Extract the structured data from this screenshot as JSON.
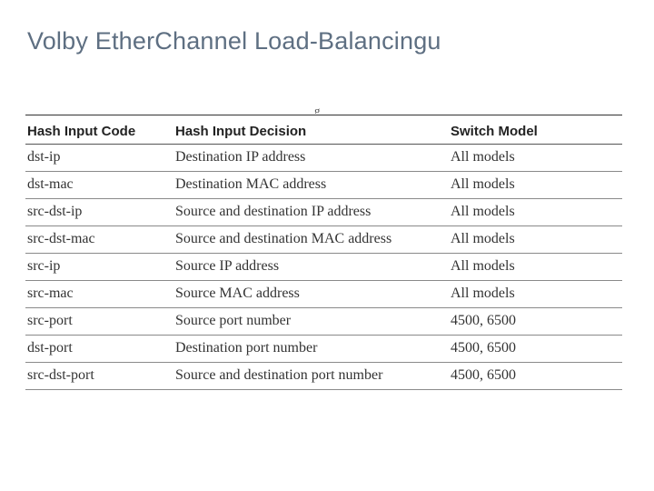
{
  "slide": {
    "title": "Volby EtherChannel Load-Balancingu"
  },
  "table": {
    "crop_fragment": "g",
    "headers": [
      "Hash Input Code",
      "Hash Input Decision",
      "Switch Model"
    ],
    "rows": [
      [
        "dst-ip",
        "Destination IP address",
        "All models"
      ],
      [
        "dst-mac",
        "Destination MAC address",
        "All models"
      ],
      [
        "src-dst-ip",
        "Source and destination IP address",
        "All models"
      ],
      [
        "src-dst-mac",
        "Source and destination MAC address",
        "All models"
      ],
      [
        "src-ip",
        "Source IP address",
        "All models"
      ],
      [
        "src-mac",
        "Source MAC address",
        "All models"
      ],
      [
        "src-port",
        "Source port number",
        "4500, 6500"
      ],
      [
        "dst-port",
        "Destination port number",
        "4500, 6500"
      ],
      [
        "src-dst-port",
        "Source and destination port number",
        "4500, 6500"
      ]
    ]
  },
  "colors": {
    "title": "#5e6f82",
    "rule": "#333333"
  }
}
